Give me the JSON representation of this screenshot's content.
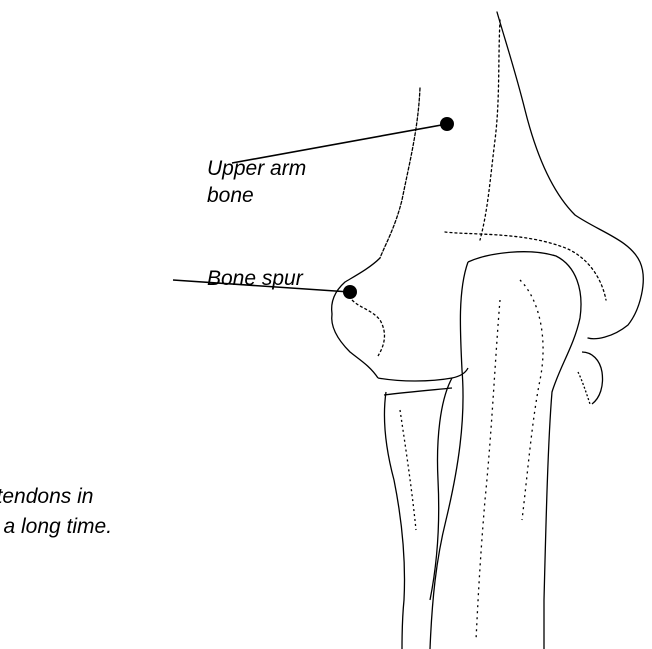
{
  "labels": {
    "upper_arm_line1": "Upper arm",
    "upper_arm_line2": "bone",
    "bone_spur": "Bone spur"
  },
  "caption": {
    "line1": "e tendons in",
    "line2": "or a long time."
  },
  "colors": {
    "ink": "#000000",
    "background": "#ffffff"
  }
}
